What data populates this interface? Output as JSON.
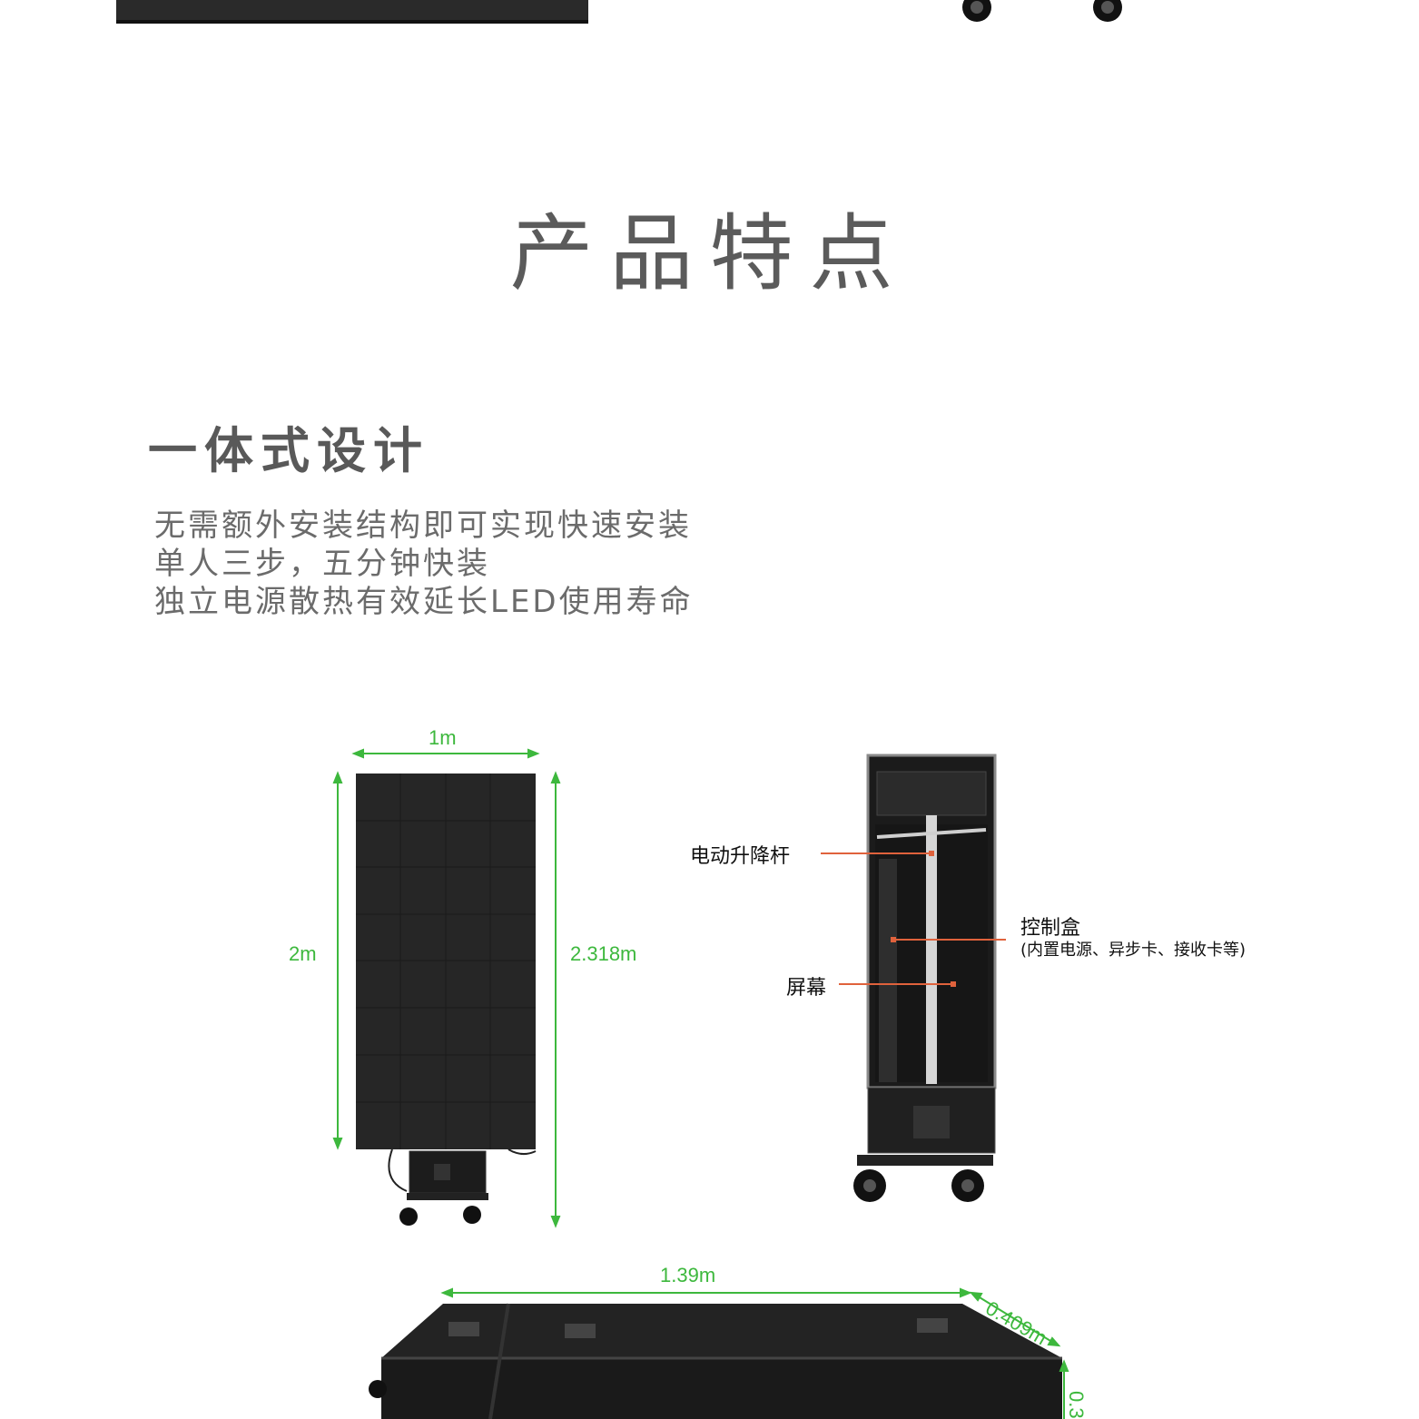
{
  "header": {
    "title": "产品特点",
    "subtitle": "一体式设计",
    "description": [
      "无需额外安装结构即可实现快速安装",
      "单人三步，五分钟快装",
      "独立电源散热有效延长LED使用寿命"
    ]
  },
  "dimensions": {
    "screen_width": "1m",
    "screen_height": "2m",
    "total_height": "2.318m",
    "case_length": "1.39m",
    "case_depth": "0.409m",
    "case_height_partial": "0.3"
  },
  "callouts": {
    "lift_pole": "电动升降杆",
    "control_box": "控制盒",
    "control_box_detail": "(内置电源、异步卡、接收卡等)",
    "screen": "屏幕"
  },
  "colors": {
    "dimension_green": "#3db83d",
    "callout_red": "#e0623c",
    "panel_dark": "#262626"
  }
}
